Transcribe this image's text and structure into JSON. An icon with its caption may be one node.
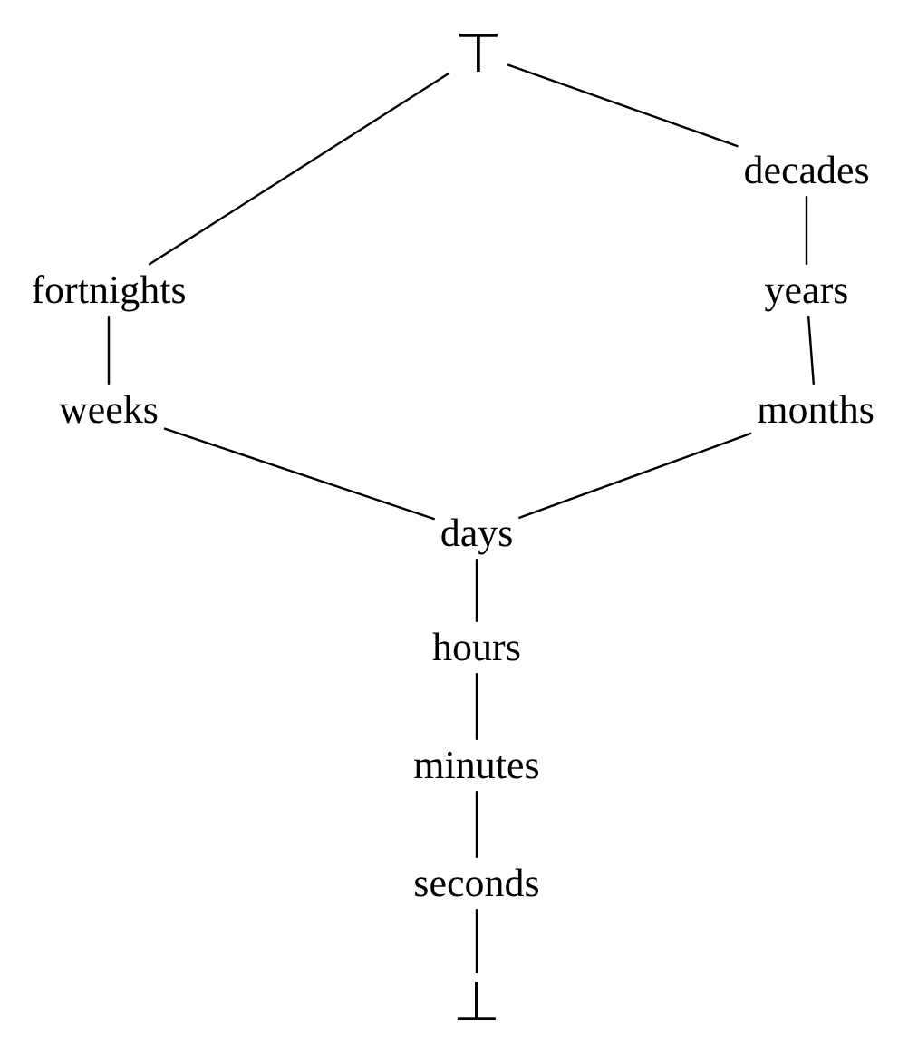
{
  "diagram": {
    "nodes": [
      {
        "text": [
          "⊤"
        ]
      },
      {
        "text": [
          "decades"
        ]
      },
      {
        "text": [
          "fortnights"
        ]
      },
      {
        "text": [
          "years"
        ]
      },
      {
        "text": [
          "weeks"
        ]
      },
      {
        "text": [
          "months"
        ]
      },
      {
        "text": [
          "days"
        ]
      },
      {
        "text": [
          "hours"
        ]
      },
      {
        "text": [
          "minutes"
        ]
      },
      {
        "text": [
          "seconds"
        ]
      },
      {
        "text": [
          "⊥"
        ]
      }
    ],
    "edges": [
      {
        "from": 0,
        "to": 2,
        "arrow": "none"
      },
      {
        "from": 0,
        "to": 1,
        "arrow": "none"
      },
      {
        "from": 1,
        "to": 3,
        "arrow": "none"
      },
      {
        "from": 2,
        "to": 4,
        "arrow": "none"
      },
      {
        "from": 3,
        "to": 5,
        "arrow": "none"
      },
      {
        "from": 4,
        "to": 6,
        "arrow": "none"
      },
      {
        "from": 5,
        "to": 6,
        "arrow": "none"
      },
      {
        "from": 6,
        "to": 7,
        "arrow": "none"
      },
      {
        "from": 7,
        "to": 8,
        "arrow": "none"
      },
      {
        "from": 8,
        "to": 9,
        "arrow": "none"
      },
      {
        "from": 9,
        "to": 10,
        "arrow": "none"
      }
    ]
  }
}
